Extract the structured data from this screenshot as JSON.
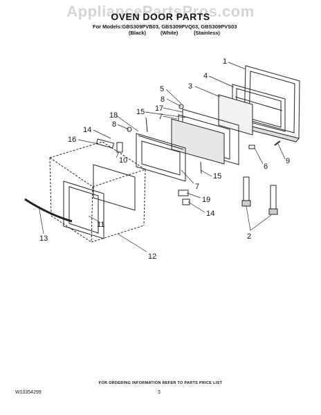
{
  "watermark": "AppliancePartsPros.com",
  "header": {
    "title": "OVEN DOOR PARTS",
    "models_line": "For Models:GBS309PVB03, GBS309PVQ03, GBS309PVS03",
    "variants": [
      "(Black)",
      "(White)",
      "(Stainless)"
    ]
  },
  "callouts": {
    "c1": "1",
    "c2": "2",
    "c3": "3",
    "c4": "4",
    "c5": "5",
    "c6": "6",
    "c7a": "7",
    "c7b": "7",
    "c8a": "8",
    "c8b": "8",
    "c9": "9",
    "c10": "10",
    "c11": "11",
    "c12": "12",
    "c13": "13",
    "c14a": "14",
    "c14b": "14",
    "c15a": "15",
    "c15b": "15",
    "c16": "16",
    "c17": "17",
    "c18": "18",
    "c19": "19"
  },
  "footer": {
    "note": "FOR ORDERING INFORMATION REFER TO PARTS PRICE LIST",
    "doc_number": "W10354299",
    "page": "3"
  }
}
